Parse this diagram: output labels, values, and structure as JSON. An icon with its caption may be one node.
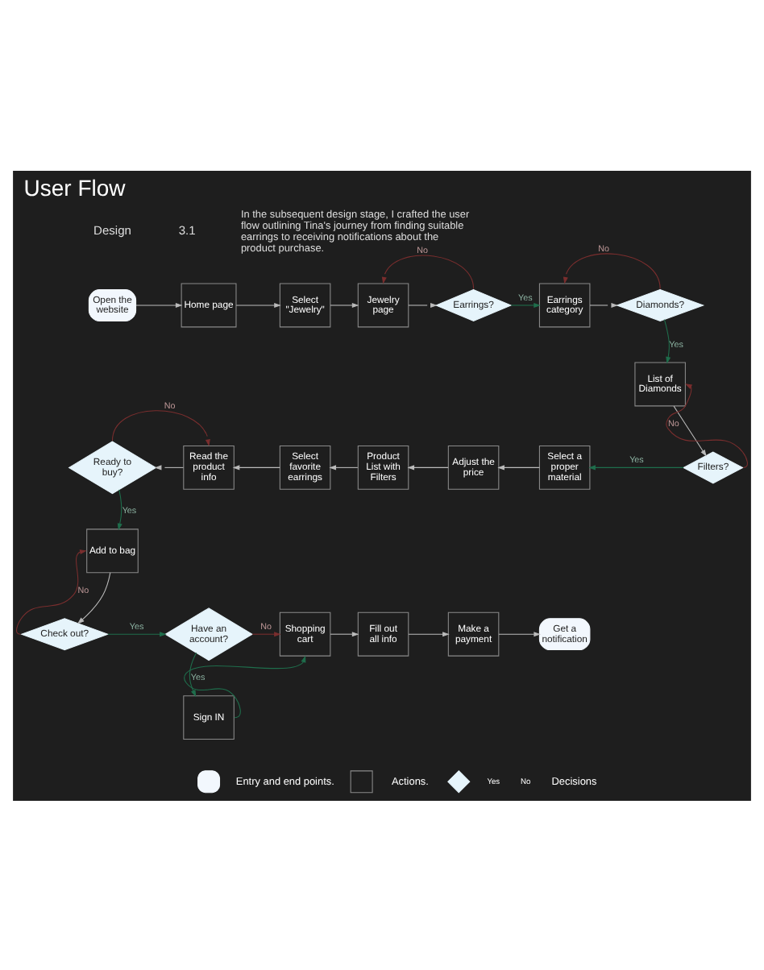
{
  "diagram": {
    "title": "User Flow",
    "nodes": [
      {
        "text": [
          "Open the website"
        ]
      },
      {
        "text": [
          "Home page"
        ]
      },
      {
        "text": [
          "Select \"Jewelry\""
        ]
      },
      {
        "text": [
          "Jewelry page"
        ]
      },
      {
        "text": [
          "Earrings?"
        ]
      },
      {
        "text": [
          "Earrings category"
        ]
      },
      {
        "text": [
          "Diamonds?"
        ]
      },
      {
        "text": [
          "List of Diamonds"
        ]
      },
      {
        "text": [
          "Filters?"
        ]
      },
      {
        "text": [
          "Select a proper material"
        ]
      },
      {
        "text": [
          "Adjust the price"
        ]
      },
      {
        "text": [
          "Product List with Filters"
        ]
      },
      {
        "text": [
          "Select favorite earrings"
        ]
      },
      {
        "text": [
          "Read the product info"
        ]
      },
      {
        "text": [
          "Ready to buy?"
        ]
      },
      {
        "text": [
          "Add to bag"
        ]
      },
      {
        "text": [
          "Check out?"
        ]
      },
      {
        "text": [
          "Have an account?"
        ]
      },
      {
        "text": [
          "Shopping cart"
        ]
      },
      {
        "text": [
          "Fill out all info"
        ]
      },
      {
        "text": [
          "Make a payment"
        ]
      },
      {
        "text": [
          "Get a notification"
        ]
      },
      {
        "text": [
          "Sign IN"
        ]
      }
    ],
    "edges": [
      {
        "from": 0,
        "to": 1,
        "arrow": "to"
      },
      {
        "from": 1,
        "to": 2,
        "arrow": "to"
      },
      {
        "from": 2,
        "to": 3,
        "arrow": "to"
      },
      {
        "from": 3,
        "to": 4,
        "arrow": "to"
      },
      {
        "from": 4,
        "to": 3,
        "arrow": "to",
        "label": "No",
        "color": "#7a2e2e"
      },
      {
        "from": 4,
        "to": 5,
        "arrow": "to",
        "label": "Yes",
        "color": "#1f6e4c"
      },
      {
        "from": 5,
        "to": 6,
        "arrow": "to"
      },
      {
        "from": 6,
        "to": 5,
        "arrow": "to",
        "label": "No",
        "color": "#7a2e2e"
      },
      {
        "from": 6,
        "to": 7,
        "arrow": "to",
        "label": "Yes",
        "color": "#1f6e4c"
      },
      {
        "from": 7,
        "to": 8,
        "arrow": "to"
      },
      {
        "from": 8,
        "to": 7,
        "arrow": "to",
        "label": "No",
        "color": "#7a2e2e"
      },
      {
        "from": 8,
        "to": 9,
        "arrow": "to",
        "label": "Yes",
        "color": "#1f6e4c"
      },
      {
        "from": 9,
        "to": 10,
        "arrow": "to"
      },
      {
        "from": 10,
        "to": 11,
        "arrow": "to"
      },
      {
        "from": 11,
        "to": 12,
        "arrow": "to"
      },
      {
        "from": 12,
        "to": 13,
        "arrow": "to"
      },
      {
        "from": 13,
        "to": 14,
        "arrow": "to"
      },
      {
        "from": 14,
        "to": 13,
        "arrow": "to",
        "label": "No",
        "color": "#7a2e2e"
      },
      {
        "from": 14,
        "to": 15,
        "arrow": "to",
        "label": "Yes",
        "color": "#1f6e4c"
      },
      {
        "from": 15,
        "to": 16,
        "arrow": "to"
      },
      {
        "from": 16,
        "to": 15,
        "arrow": "to",
        "label": "No",
        "color": "#7a2e2e"
      },
      {
        "from": 16,
        "to": 17,
        "arrow": "to",
        "label": "Yes",
        "color": "#1f6e4c"
      },
      {
        "from": 17,
        "to": 18,
        "arrow": "to",
        "label": "No",
        "color": "#7a2e2e"
      },
      {
        "from": 17,
        "to": 22,
        "arrow": "to",
        "label": "Yes",
        "color": "#1f6e4c"
      },
      {
        "from": 22,
        "to": 18,
        "arrow": "to",
        "color": "#1f6e4c"
      },
      {
        "from": 18,
        "to": 19,
        "arrow": "to"
      },
      {
        "from": 19,
        "to": 20,
        "arrow": "to"
      },
      {
        "from": 20,
        "to": 21,
        "arrow": "to"
      }
    ],
    "labels": [
      "Design",
      "3.1",
      "In the subsequent design stage, I crafted the user flow outlining Tina's journey from finding suitable earrings to receiving notifications about the product purchase.",
      "Yes",
      "No"
    ],
    "legend": [
      {
        "text": "Entry and end points."
      },
      {
        "text": "Actions."
      },
      {
        "text": "Decisions"
      }
    ]
  }
}
